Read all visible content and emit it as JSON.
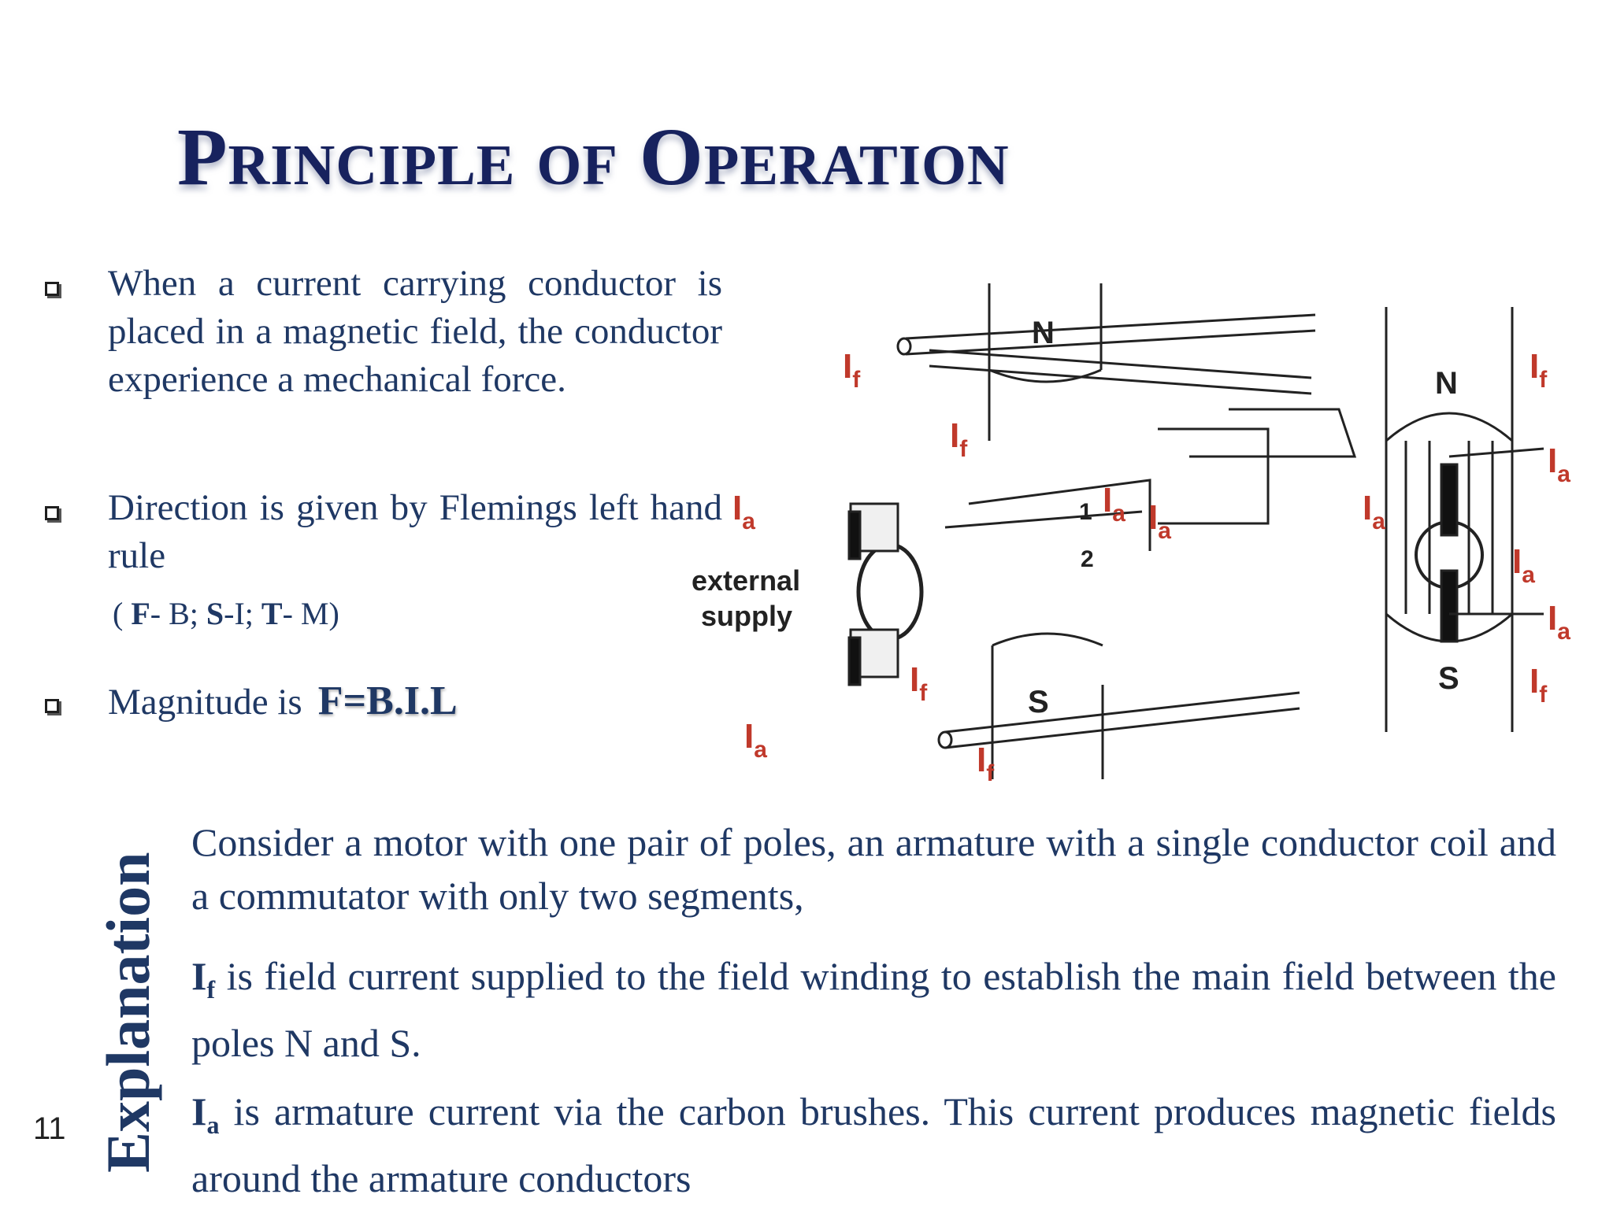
{
  "slide": {
    "title": "Principle of Operation",
    "page_number": "11",
    "side_label": "Explanation"
  },
  "bullets": [
    {
      "text": "When a current carrying conductor is placed in a magnetic field, the conductor experience a mechanical force."
    },
    {
      "text": "Direction is given by Flemings left hand rule"
    },
    {
      "prefix": "Magnitude is",
      "formula": "F=B.I.L"
    }
  ],
  "fleming_rule": {
    "open": "( ",
    "f": "F",
    "f_val": "- B; ",
    "s": "S",
    "s_val": "-I; ",
    "t": "T",
    "t_val": "- M)"
  },
  "diagram": {
    "labels": {
      "N": "N",
      "S": "S",
      "I": "I",
      "f": "f",
      "a": "a",
      "one": "1",
      "two": "2",
      "external": "external",
      "supply": "supply"
    },
    "accent_color": "#c0392b"
  },
  "explanation": {
    "p1": "Consider a motor with one pair of poles, an armature with a single conductor coil and a commutator with only two segments,",
    "p2_symbol": "I",
    "p2_sub": "f",
    "p2_text": " is field current supplied to the field winding to establish the main field between the poles N and S.",
    "p3_symbol": "I",
    "p3_sub": "a",
    "p3_text": " is armature current via the carbon brushes.  This current produces magnetic fields around the armature conductors"
  }
}
